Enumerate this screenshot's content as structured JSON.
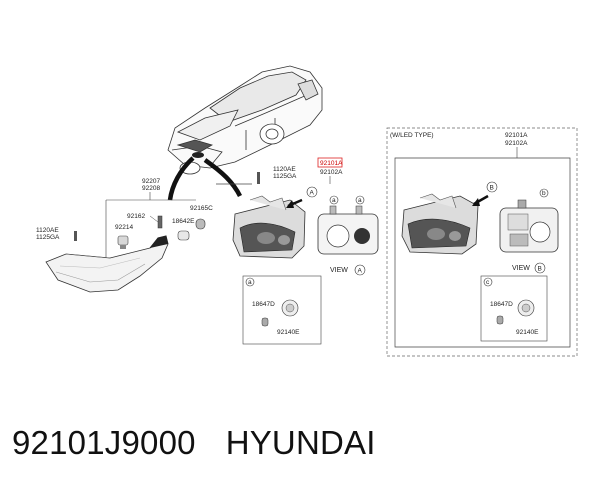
{
  "diagram": {
    "left_group": {
      "bolt_labels": [
        "1120AE",
        "1125GA"
      ],
      "top_labels": [
        "92207",
        "92208"
      ],
      "parts": [
        "92162",
        "92214",
        "18642E",
        "92165C"
      ],
      "lamp_bolt_labels": [
        "1120AE",
        "1125GA"
      ]
    },
    "std_panel": {
      "title_codes": [
        "92101A",
        "92102A"
      ],
      "view_marker": "A",
      "view_label": "VIEW",
      "view_letter": "A",
      "callout_a": "a",
      "inset_letter": "a",
      "inset_parts": [
        "18647D",
        "92140E"
      ]
    },
    "led_panel": {
      "heading": "(W/LED TYPE)",
      "title_codes": [
        "92101A",
        "92102A"
      ],
      "view_marker": "B",
      "callout_b": "b",
      "view_label": "VIEW",
      "view_letter": "B",
      "inset_letter": "c",
      "inset_parts": [
        "18647D",
        "92140E"
      ]
    }
  },
  "caption": {
    "part_number": "92101J9000",
    "brand": "HYUNDAI"
  }
}
